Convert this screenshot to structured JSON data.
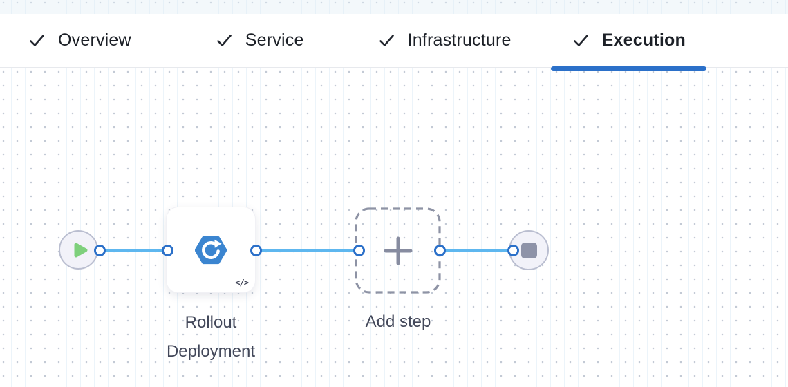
{
  "tabs": [
    {
      "label": "Overview",
      "active": false
    },
    {
      "label": "Service",
      "active": false
    },
    {
      "label": "Infrastructure",
      "active": false
    },
    {
      "label": "Execution",
      "active": true
    }
  ],
  "canvas": {
    "start_node": {
      "type": "start",
      "icon": "play-icon"
    },
    "rollout_step": {
      "label": "Rollout Deployment",
      "icon": "kubernetes-rollout-icon",
      "code_glyph": "</>"
    },
    "add_step": {
      "label": "Add step",
      "icon": "plus-icon"
    },
    "end_node": {
      "type": "stop",
      "icon": "stop-icon"
    }
  },
  "colors": {
    "accent_blue": "#2b70c9",
    "edge_blue": "#5eb7ef",
    "icon_blue": "#3b85d0",
    "play_green": "#7ed07c",
    "stop_gray": "#8e93a8"
  }
}
